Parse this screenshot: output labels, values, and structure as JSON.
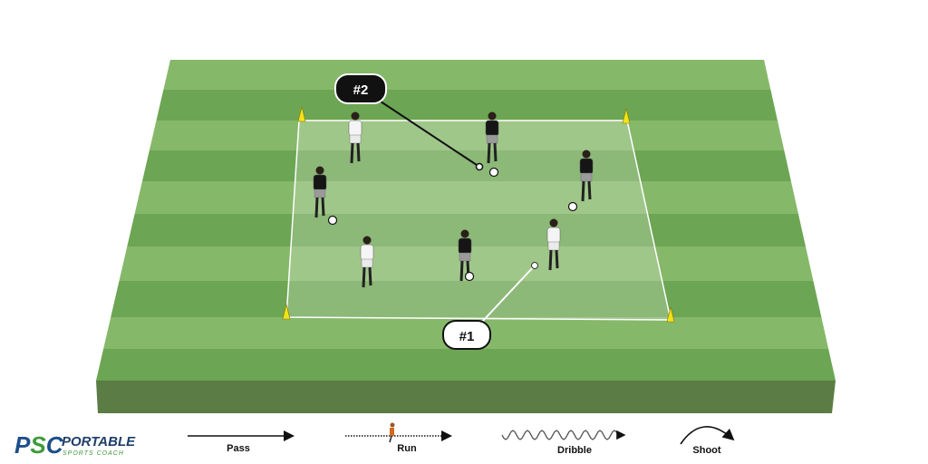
{
  "diagram": {
    "colors": {
      "stripe_light": "#86b86a",
      "stripe_dark": "#6ca553",
      "side": "#5b7d45",
      "grid": "#ffffff",
      "cone": "#f2e21b"
    },
    "callouts": [
      {
        "id": "2",
        "text": "#2",
        "style": "dark"
      },
      {
        "id": "1",
        "text": "#1",
        "style": "light"
      }
    ],
    "players": {
      "white_team_count": 3,
      "black_team_count": 4,
      "balls": 4,
      "cones": 4
    }
  },
  "logo": {
    "mark": "PSC",
    "title": "PORTABLE",
    "subtitle": "SPORTS COACH"
  },
  "legend": [
    {
      "label": "Pass",
      "icon": "solid-arrow"
    },
    {
      "label": "Run",
      "icon": "dotted-arrow-runner"
    },
    {
      "label": "Dribble",
      "icon": "wavy-arrow"
    },
    {
      "label": "Shoot",
      "icon": "curved-arrow"
    }
  ]
}
